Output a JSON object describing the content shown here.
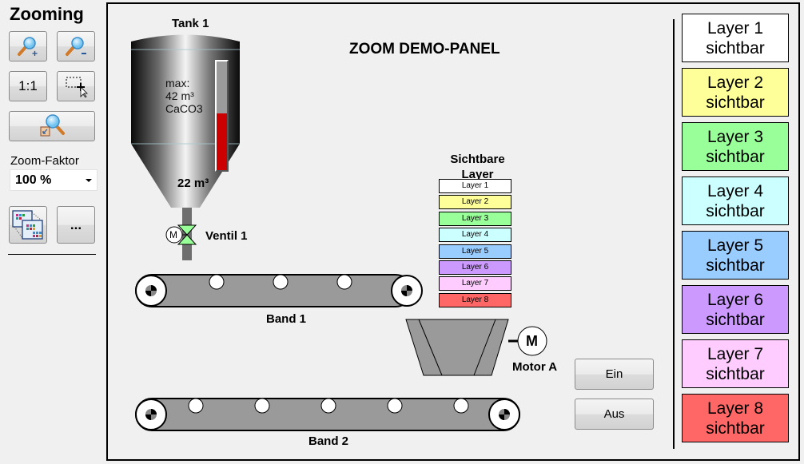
{
  "toolbar": {
    "title": "Zooming",
    "buttons": {
      "zoom_in": "zoom-in",
      "zoom_out": "zoom-out",
      "one_to_one": "1:1",
      "zoom_rect": "zoom-rectangle",
      "zoom_fit": "zoom-fit",
      "layers": "layers",
      "more": "..."
    },
    "zoom_factor_label": "Zoom-Faktor",
    "zoom_factor_value": "100 %"
  },
  "panel": {
    "title": "ZOOM DEMO-PANEL",
    "tank": {
      "label": "Tank 1",
      "info_line1": "max:",
      "info_line2": "42 m³",
      "info_line3": "CaCO3",
      "current_value": "22 m³",
      "level_fraction": 0.52,
      "level_color": "#cc0000"
    },
    "valve": {
      "label": "Ventil 1",
      "motor_symbol": "M",
      "color": "#99ff99"
    },
    "band1": {
      "label": "Band 1"
    },
    "band2": {
      "label": "Band 2"
    },
    "motor": {
      "label": "Motor A",
      "symbol": "M"
    },
    "visible_layers": {
      "title_line1": "Sichtbare",
      "title_line2": "Layer",
      "items": [
        {
          "label": "Layer 1",
          "color": "#ffffff"
        },
        {
          "label": "Layer 2",
          "color": "#ffff99"
        },
        {
          "label": "Layer 3",
          "color": "#99ff99"
        },
        {
          "label": "Layer 4",
          "color": "#ccffff"
        },
        {
          "label": "Layer 5",
          "color": "#99ccff"
        },
        {
          "label": "Layer 6",
          "color": "#cc99ff"
        },
        {
          "label": "Layer 7",
          "color": "#ffccff"
        },
        {
          "label": "Layer 8",
          "color": "#ff6666"
        }
      ]
    },
    "buttons": {
      "on": "Ein",
      "off": "Aus"
    },
    "layer_toggles": [
      {
        "line1": "Layer 1",
        "line2": "sichtbar",
        "color": "#ffffff"
      },
      {
        "line1": "Layer 2",
        "line2": "sichtbar",
        "color": "#ffff99"
      },
      {
        "line1": "Layer 3",
        "line2": "sichtbar",
        "color": "#99ff99"
      },
      {
        "line1": "Layer 4",
        "line2": "sichtbar",
        "color": "#ccffff"
      },
      {
        "line1": "Layer 5",
        "line2": "sichtbar",
        "color": "#99ccff"
      },
      {
        "line1": "Layer 6",
        "line2": "sichtbar",
        "color": "#cc99ff"
      },
      {
        "line1": "Layer 7",
        "line2": "sichtbar",
        "color": "#ffccff"
      },
      {
        "line1": "Layer 8",
        "line2": "sichtbar",
        "color": "#ff6666"
      }
    ]
  }
}
